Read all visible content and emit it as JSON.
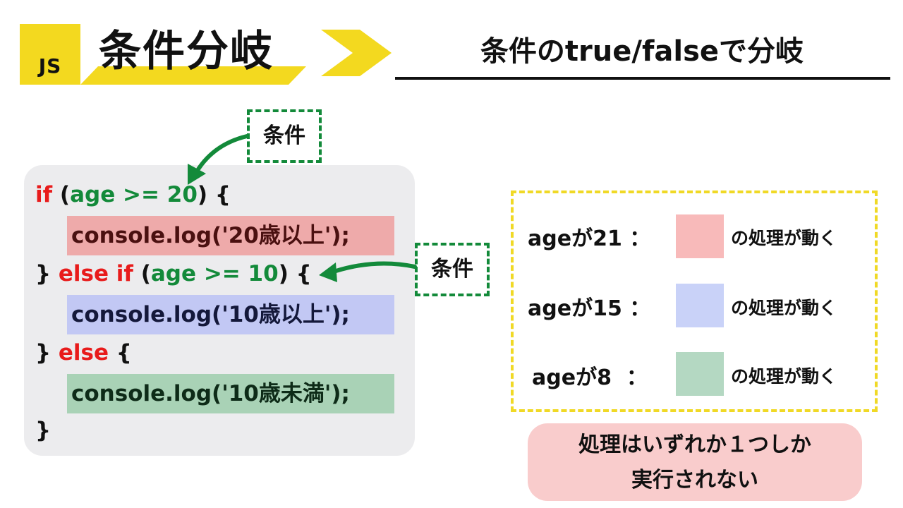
{
  "header": {
    "badge_label": "JS",
    "title": "条件分岐",
    "subtitle": "条件のtrue/falseで分岐"
  },
  "code": {
    "line1": {
      "kw": "if",
      "open": " (",
      "cond": "age >= 20",
      "close": ") {"
    },
    "line2": "console.log('20歳以上');",
    "line3": {
      "open_brace": "} ",
      "kw": "else if",
      "open": " (",
      "cond": "age >= 10",
      "close": ") {"
    },
    "line4": "console.log('10歳以上');",
    "line5": {
      "open_brace": "} ",
      "kw": "else",
      "close": " {"
    },
    "line6": "console.log('10歳未満');",
    "line7": "}"
  },
  "annotations": {
    "cond1_label": "条件",
    "cond2_label": "条件"
  },
  "legend": {
    "rows": [
      {
        "label": "ageが21 ：",
        "action": "の処理が動く",
        "color": "#f8baba"
      },
      {
        "label": "ageが15 ：",
        "action": "の処理が動く",
        "color": "#c9d2f8"
      },
      {
        "label": "ageが8  ：",
        "action": "の処理が動く",
        "color": "#b4d8c2"
      }
    ]
  },
  "note": {
    "line1": "処理はいずれか１つしか",
    "line2": "実行されない"
  },
  "colors": {
    "accent_yellow": "#f3d91f",
    "keyword_red": "#e81b1b",
    "condition_green": "#138a3a",
    "panel_gray": "#ececee"
  }
}
